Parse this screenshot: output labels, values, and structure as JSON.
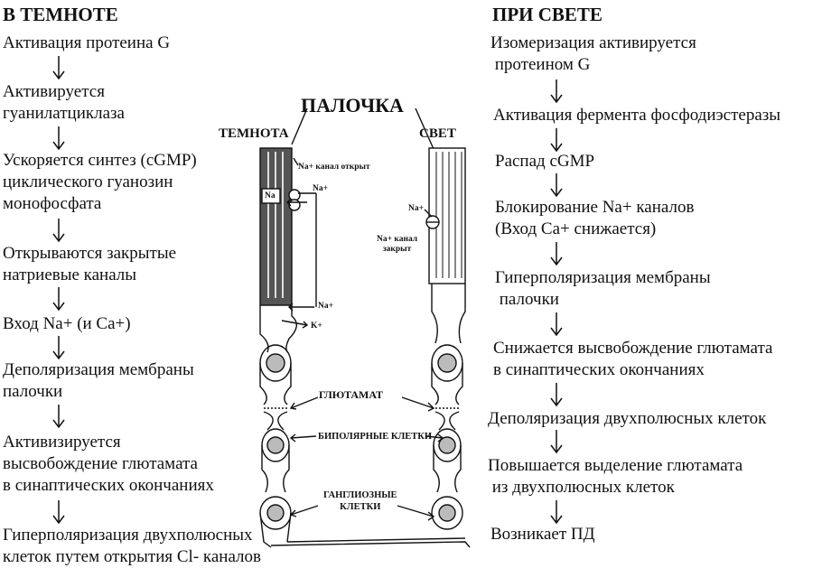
{
  "dark": {
    "title": "В ТЕМНОТЕ",
    "steps": [
      [
        "Активация протеина G"
      ],
      [
        "Активируется",
        "гуанилатциклаза"
      ],
      [
        "Ускоряется синтез (cGMP)",
        "циклического гуанозин",
        "монофосфата"
      ],
      [
        "Открываются закрытые",
        "натриевые каналы"
      ],
      [
        "Вход Na+ (и Ca+)"
      ],
      [
        "Деполяризация мембраны",
        "палочки"
      ],
      [
        "Активизируется",
        "высвобождение глютамата",
        "в синаптических окончаниях"
      ],
      [
        "Гиперполяризация двухполюсных",
        "клеток путем открытия Cl- каналов"
      ]
    ]
  },
  "light": {
    "title": "ПРИ СВЕТЕ",
    "steps": [
      [
        "Изомеризация активируется",
        "протеином G"
      ],
      [
        "Активация фермента фосфодиэстеразы"
      ],
      [
        "Распад cGMP"
      ],
      [
        "Блокирование Na+ каналов",
        "(Вход Ca+ снижается)"
      ],
      [
        "Гиперполяризация мембраны",
        "палочки"
      ],
      [
        "Снижается высвобождение глютамата",
        "в синаптических окончаниях"
      ],
      [
        "Деполяризация двухполюсных клеток"
      ],
      [
        "Повышается выделение глютамата",
        "из двухполюсных клеток"
      ],
      [
        "Возникает ПД"
      ]
    ]
  },
  "diagram": {
    "title": "ПАЛОЧКА",
    "dark_label": "ТЕМНОТА",
    "light_label": "СВЕТ",
    "na_channel_open": "Na+ канал открыт",
    "na_channel_closed_1": "Na+ канал",
    "na_channel_closed_2": "закрыт",
    "na_inside": "Na",
    "na_plus_top": "Na+",
    "na_plus_bottom": "Na+",
    "na_plus_light": "Na+",
    "k_plus": "K+",
    "glutamate": "ГЛЮТАМАТ",
    "bipolar": "БИПОЛЯРНЫЕ КЛЕТКИ",
    "ganglion_1": "ГАНГЛИОЗНЫЕ",
    "ganglion_2": "КЛЕТКИ"
  }
}
